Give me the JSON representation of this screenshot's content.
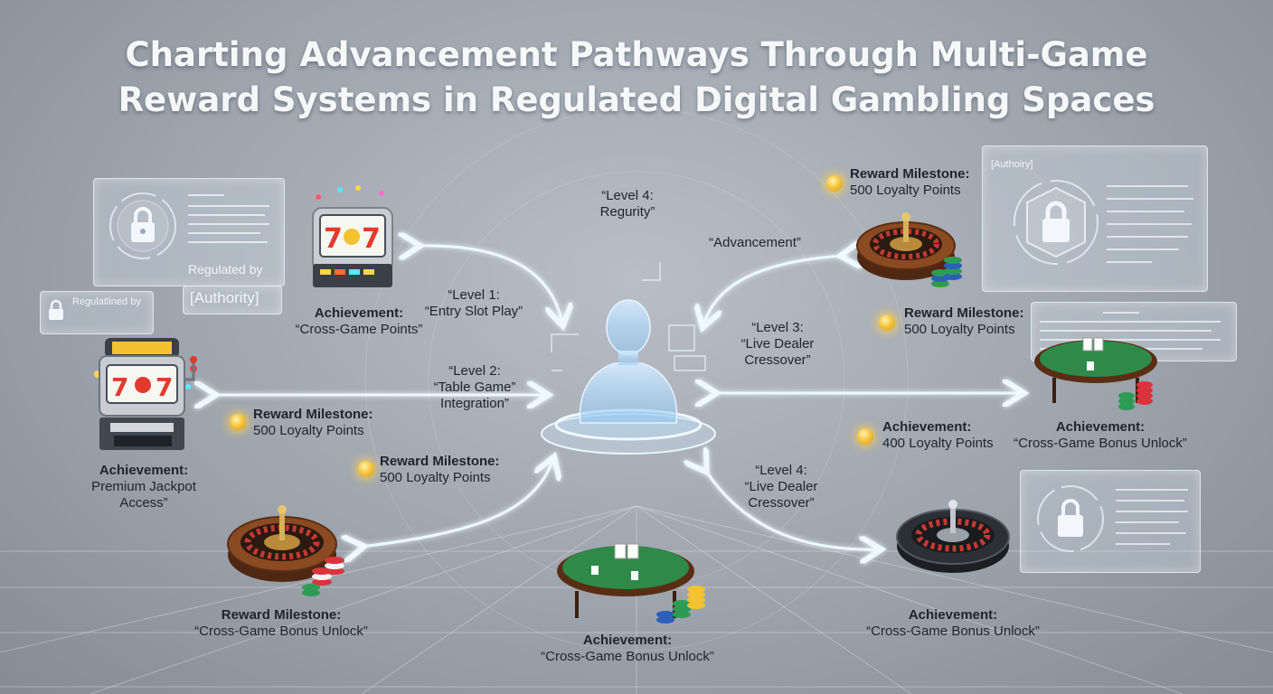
{
  "title": {
    "line1": "Charting Advancement Pathways Through Multi-Game",
    "line2": "Reward Systems in Regulated Digital Gambling Spaces"
  },
  "panels": {
    "top_left_regulated": "Regulated by",
    "top_left_authority": "[Authority]",
    "left_small": "Regulatlined by",
    "top_right_authority": "[Authoiry]"
  },
  "labels": {
    "level4_top": {
      "line1": "“Level 4:",
      "line2": "Regurity”"
    },
    "advancement": "“Advancement”",
    "level1": {
      "line1": "“Level 1:",
      "line2": "“Entry Slot Play”"
    },
    "level2": {
      "line1": "“Level 2:",
      "line2": "“Table Game”",
      "line3": "Integration”"
    },
    "level3": {
      "line1": "“Level 3:",
      "line2": "“Live Dealer",
      "line3": "Cressover”"
    },
    "level4_bottom": {
      "line1": "“Level 4:",
      "line2": "“Live Dealer",
      "line3": "Cressover”"
    },
    "slot_top_achievement": {
      "title": "Achievement:",
      "text": "“Cross-Game Points”"
    },
    "slot_left_achievement": {
      "title": "Achievement:",
      "line2": "Premium Jackpot",
      "line3": "Access”"
    },
    "left_reward": {
      "title": "Reward Milestone:",
      "text": "500 Loyalty Points"
    },
    "center_left_reward": {
      "title": "Reward Milestone:",
      "text": "500 Loyalty Points"
    },
    "roulette_left_reward": {
      "title": "Reward Milestone:",
      "text": "“Cross-Game Bonus Unlock”"
    },
    "table_bottom_achievement": {
      "title": "Achievement:",
      "text": "“Cross-Game Bonus Unlock”"
    },
    "top_right_reward": {
      "title": "Reward Milestone:",
      "text": "500 Loyalty Points"
    },
    "right_mid_reward": {
      "title": "Reward Milestone:",
      "text": "500 Loyalty Points"
    },
    "right_achievement_points": {
      "title": "Achievement:",
      "text": "400 Loyalty Points"
    },
    "right_achievement_bonus": {
      "title": "Achievement:",
      "text": "“Cross-Game Bonus Unlock”"
    },
    "bottom_right_achievement": {
      "title": "Achievement:",
      "text": "“Cross-Game Bonus Unlock”"
    }
  },
  "colors": {
    "arrow": "#e8f6ff",
    "arrow_glow": "#7cc9ff",
    "felt": "#2f8a4a",
    "roulette_wood": "#7a3f1d",
    "chip_red": "#d9343c",
    "chip_green": "#2e9b55",
    "chip_blue": "#2b5fb8",
    "coin": "#f5c542"
  },
  "icons": [
    "lock-icon",
    "slot-machine-icon",
    "roulette-wheel-icon",
    "blackjack-table-icon",
    "hologram-user-icon",
    "coin-icon"
  ]
}
